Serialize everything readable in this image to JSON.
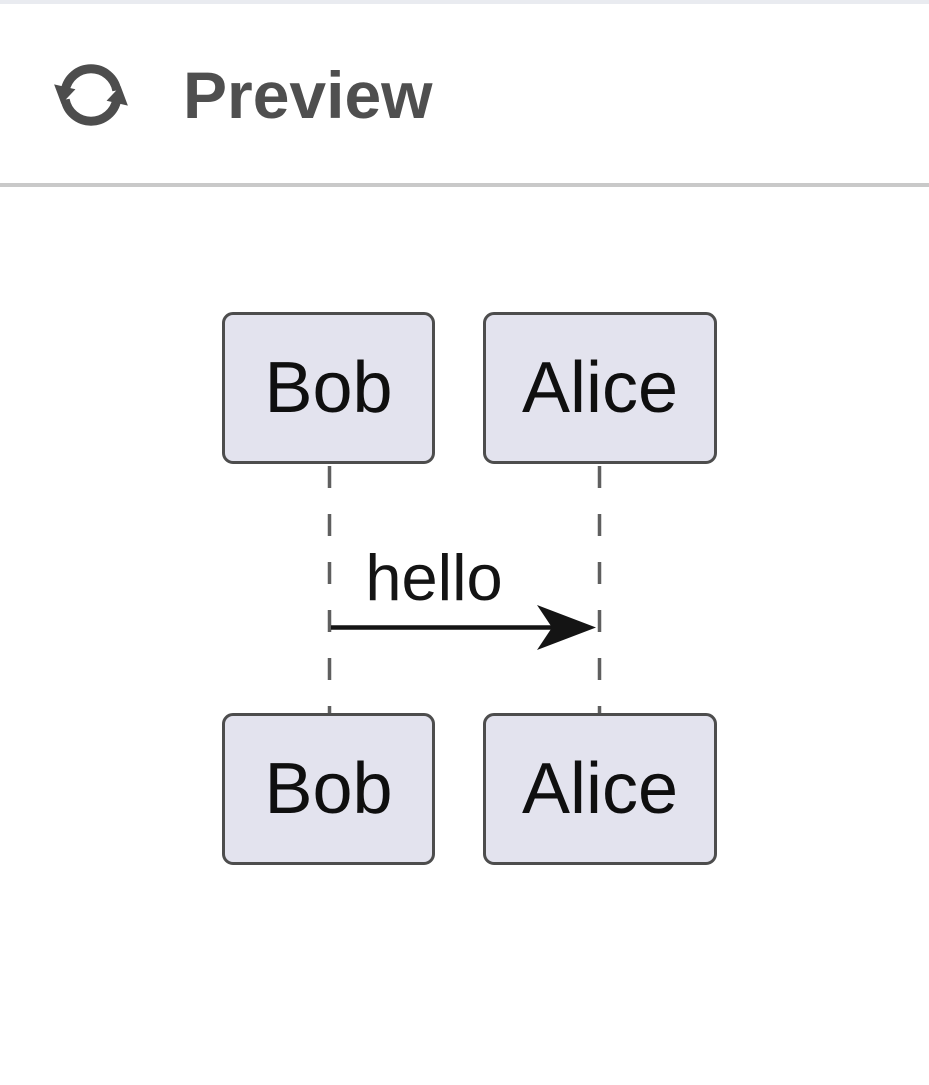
{
  "header": {
    "title": "Preview"
  },
  "icons": {
    "refresh": "refresh-icon"
  },
  "colors": {
    "top_bar": "#e9ebf0",
    "divider": "#c9c9c9",
    "title_text": "#4f4f4f",
    "actor_fill": "#e3e3ee",
    "actor_border": "#4d4d4d",
    "lifeline": "#5f5f5f",
    "message": "#141414"
  },
  "diagram": {
    "type": "sequence-diagram",
    "actors": [
      {
        "name": "Bob"
      },
      {
        "name": "Alice"
      }
    ],
    "messages": [
      {
        "from": "Bob",
        "to": "Alice",
        "label": "hello",
        "style": "solid-arrow"
      }
    ]
  }
}
